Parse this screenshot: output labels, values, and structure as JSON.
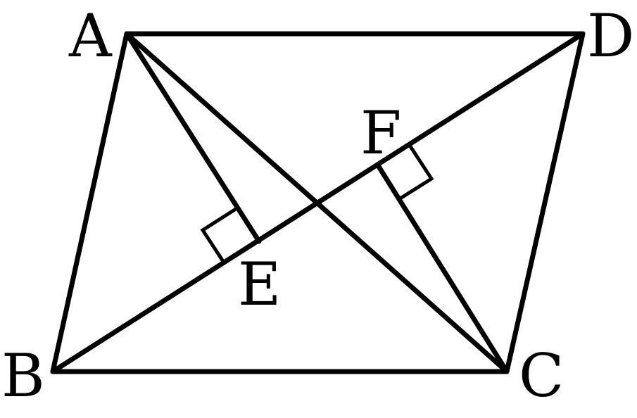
{
  "figure": {
    "stroke_color": "#000000",
    "background": "#ffffff",
    "points": {
      "A": "A",
      "B": "B",
      "C": "C",
      "D": "D",
      "E": "E",
      "F": "F"
    }
  }
}
